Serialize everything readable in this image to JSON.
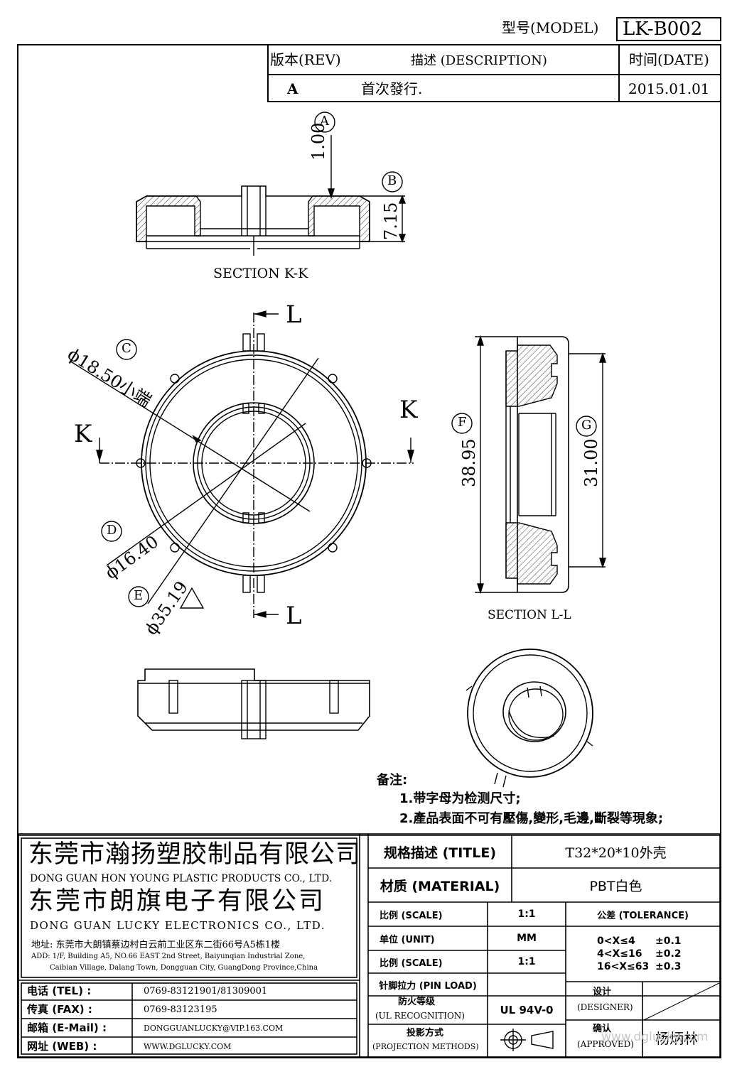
{
  "header": {
    "model_label": "型号(MODEL)",
    "model_value": "LK-B002"
  },
  "revision": {
    "rev_header": "版本(REV)",
    "desc_header": "描述 (DESCRIPTION)",
    "date_header": "时间(DATE)",
    "rev": "A",
    "desc": "首次發行.",
    "date": "2015.01.01"
  },
  "drawing": {
    "section_kk": "SECTION K-K",
    "section_ll": "SECTION L-L",
    "dim_A": "A",
    "dim_A_val": "1.00",
    "dim_B": "B",
    "dim_B_val": "7.15",
    "dim_C": "C",
    "dim_C_val": "ϕ18.50小端",
    "dim_D": "D",
    "dim_D_val": "ϕ16.40",
    "dim_E": "E",
    "dim_E_val": "ϕ35.19",
    "dim_F": "F",
    "dim_F_val": "38.95",
    "dim_G": "G",
    "dim_G_val": "31.00",
    "cut_L": "L",
    "cut_K": "K"
  },
  "notes": {
    "title": "备注:",
    "line1": "1.带字母为检测尺寸;",
    "line2": "2.產品表面不可有壓傷,變形,毛邊,斷裂等現象;"
  },
  "company": {
    "name_cn_1": "东莞市瀚扬塑胶制品有限公司",
    "name_en_1": "DONG GUAN HON YOUNG PLASTIC PRODUCTS CO., LTD.",
    "name_cn_2": "东莞市朗旗电子有限公司",
    "name_en_2": "DONG GUAN LUCKY ELECTRONICS CO., LTD.",
    "addr_cn": "地址: 东莞市大朗镇蔡边村白云前工业区东二街66号A5栋1楼",
    "addr_en_1": "ADD: 1/F, Building A5, NO.66 EAST 2nd Street, Baiyunqian Industrial Zone,",
    "addr_en_2": "Caibian Village, Dalang Town, Dongguan City, GuangDong Province,China"
  },
  "contact": {
    "tel_label": "电话 (TEL) :",
    "tel": "0769-83121901/81309001",
    "fax_label": "传真 (FAX) :",
    "fax": "0769-83123195",
    "mail_label": "邮箱 (E-Mail) :",
    "mail": "DONGGUANLUCKY@VIP.163.COM",
    "web_label": "网址 (WEB) :",
    "web": "WWW.DGLUCKY.COM"
  },
  "titleblock": {
    "title_label": "规格描述 (TITLE)",
    "title_value": "T32*20*10外壳",
    "material_label": "材质 (MATERIAL)",
    "material_value": "PBT白色",
    "scale_label": "比例 (SCALE)",
    "scale_value": "1:1",
    "tolerance_label": "公差 (TOLERANCE)",
    "unit_label": "单位 (UNIT)",
    "unit_value": "MM",
    "scale2_label": "比例 (SCALE)",
    "scale2_value": "1:1",
    "tol1_range": "0<X≤4",
    "tol1_val": "±0.1",
    "tol2_range": "4<X≤16",
    "tol2_val": "±0.2",
    "tol3_range": "16<X≤63",
    "tol3_val": "±0.3",
    "pin_label": "针脚拉力 (PIN LOAD)",
    "fire_label_1": "防火等级",
    "fire_label_2": "(UL RECOGNITION)",
    "fire_value": "UL 94V-0",
    "proj_label_1": "投影方式",
    "proj_label_2": "(PROJECTION METHODS)",
    "designer_label_1": "设计",
    "designer_label_2": "(DESIGNER)",
    "approved_label_1": "确认",
    "approved_label_2": "(APPROVED)",
    "approved_value": "杨炳林",
    "watermark": "www.dglucky.com"
  }
}
